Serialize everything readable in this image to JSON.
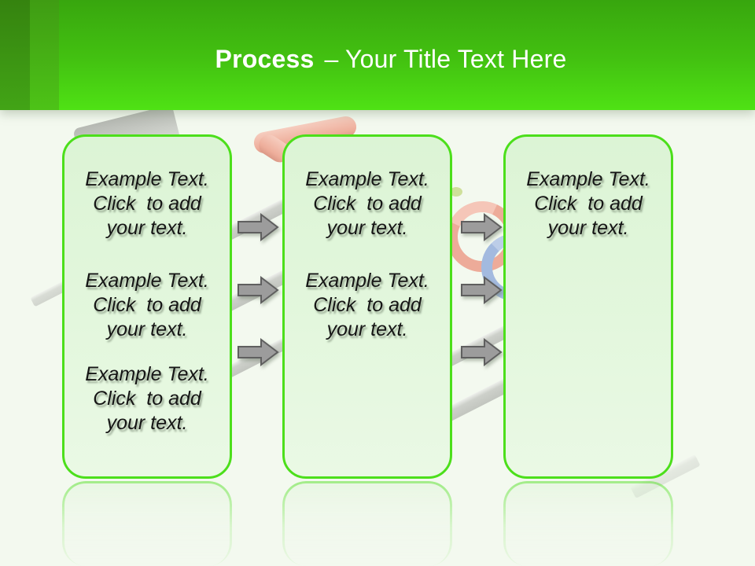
{
  "slide": {
    "title": {
      "bold": "Process",
      "rest": "– Your Title Text Here"
    },
    "panels": [
      {
        "name": "panel-1",
        "paragraphs": [
          "Example Text.\nClick  to add\nyour text.",
          "Example Text.\nClick  to add\nyour text.",
          "Example Text.\nClick  to add\nyour text."
        ]
      },
      {
        "name": "panel-2",
        "paragraphs": [
          "Example Text.\nClick  to add\nyour text.",
          "Example Text.\nClick  to add\nyour text."
        ]
      },
      {
        "name": "panel-3",
        "paragraphs": [
          "Example Text.\nClick  to add\nyour text."
        ]
      }
    ],
    "colors": {
      "header_green_top": "#38a60e",
      "header_green_bottom": "#4fe214",
      "header_strip_dark": "#35830f",
      "panel_border_green": "#4cdf1b",
      "panel_fill_green": "#dcf4d5",
      "text_color": "#151515",
      "title_color": "#ffffff",
      "arrow_fill": "#9c9c9c",
      "arrow_stroke": "#5f5f5f",
      "decor_salmon": "#eeae9b",
      "decor_blue": "#a3badf",
      "decor_gray": "#cdd0ca"
    }
  }
}
